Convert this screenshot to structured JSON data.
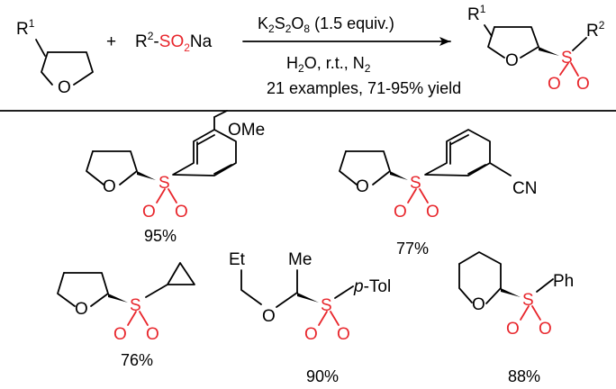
{
  "colors": {
    "sulfonyl": "#e8262c",
    "ink": "#000000",
    "background": "#ffffff"
  },
  "reaction": {
    "reactant1": {
      "substituent": "R",
      "substituent_sup": "1",
      "ring_atom": "O"
    },
    "plus": "+",
    "reactant2": {
      "R": "R",
      "R_sup": "2",
      "dash": "-",
      "S": "S",
      "O": "O",
      "O_sub": "2",
      "Na": "Na"
    },
    "conditions": {
      "oxidant_K": "K",
      "oxidant_K_sub": "2",
      "oxidant_S": "S",
      "oxidant_S_sub": "2",
      "oxidant_O": "O",
      "oxidant_O_sub": "8",
      "oxidant_equiv": " (1.5 equiv.)",
      "solvent_H": "H",
      "solvent_H_sub": "2",
      "solvent_rest": "O, r.t., N",
      "solvent_N_sub": "2",
      "scope": "21 examples, 71-95% yield"
    },
    "product": {
      "R1": "R",
      "R1_sup": "1",
      "R2": "R",
      "R2_sup": "2",
      "ring_O": "O",
      "S": "S",
      "O_a": "O",
      "O_b": "O"
    }
  },
  "examples": [
    {
      "substituent": "OMe",
      "yield": "95%"
    },
    {
      "substituent": "CN",
      "yield": "77%"
    },
    {
      "yield": "76%"
    },
    {
      "substituent_left": "Et",
      "substituent_O": "O",
      "substituent_right_prefix": "p",
      "substituent_right": "-Tol",
      "yield": "90%"
    },
    {
      "substituent": "Ph",
      "yield": "88%"
    }
  ]
}
